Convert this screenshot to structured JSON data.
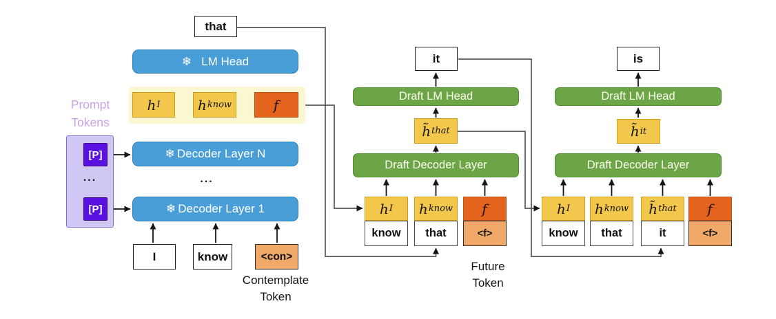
{
  "icons": {
    "snowflake": "❄"
  },
  "colors": {
    "frozen_blue": "#4a9ed8",
    "draft_green": "#6ba546",
    "hidden_yellow": "#f3c74b",
    "feature_orange": "#e4631d",
    "future_tan": "#f0a968",
    "highlight_band": "#fbf7d0",
    "prompt_violet": "#5a10e0",
    "prompt_lavender": "#d0c8f3",
    "prompt_label_text": "#c9a3e8"
  },
  "prompt": {
    "label_line1": "Prompt",
    "label_line2": "Tokens",
    "p_top": "[P]",
    "p_bottom": "[P]",
    "ellipsis": "..."
  },
  "target_model": {
    "predicted_token": "that",
    "lm_head": "LM Head",
    "hidden_row": [
      {
        "base": "h",
        "sub": "I"
      },
      {
        "base": "h",
        "sub": "know"
      },
      {
        "base": "f",
        "sub": ""
      }
    ],
    "decoder_layer_n": "Decoder Layer N",
    "ellipsis": "...",
    "decoder_layer_1": "Decoder Layer 1",
    "input_tokens": [
      "I",
      "know",
      "<con>"
    ],
    "contemplate_line1": "Contemplate",
    "contemplate_line2": "Token"
  },
  "draft_step1": {
    "predicted_token": "it",
    "lm_head": "Draft LM Head",
    "hidden_out": {
      "base": "h̃",
      "sub": "that"
    },
    "decoder": "Draft Decoder Layer",
    "columns": [
      {
        "hidden": {
          "base": "h",
          "sub": "I"
        },
        "token": "know"
      },
      {
        "hidden": {
          "base": "h",
          "sub": "know"
        },
        "token": "that"
      },
      {
        "hidden": {
          "base": "f",
          "sub": ""
        },
        "token": "<f>"
      }
    ],
    "future_line1": "Future",
    "future_line2": "Token"
  },
  "draft_step2": {
    "predicted_token": "is",
    "lm_head": "Draft LM Head",
    "hidden_out": {
      "base": "h̃",
      "sub": "it"
    },
    "decoder": "Draft Decoder Layer",
    "columns": [
      {
        "hidden": {
          "base": "h",
          "sub": "I"
        },
        "token": "know"
      },
      {
        "hidden": {
          "base": "h",
          "sub": "know"
        },
        "token": "that"
      },
      {
        "hidden": {
          "base": "h̃",
          "sub": "that"
        },
        "token": "it"
      },
      {
        "hidden": {
          "base": "f",
          "sub": ""
        },
        "token": "<f>"
      }
    ]
  }
}
